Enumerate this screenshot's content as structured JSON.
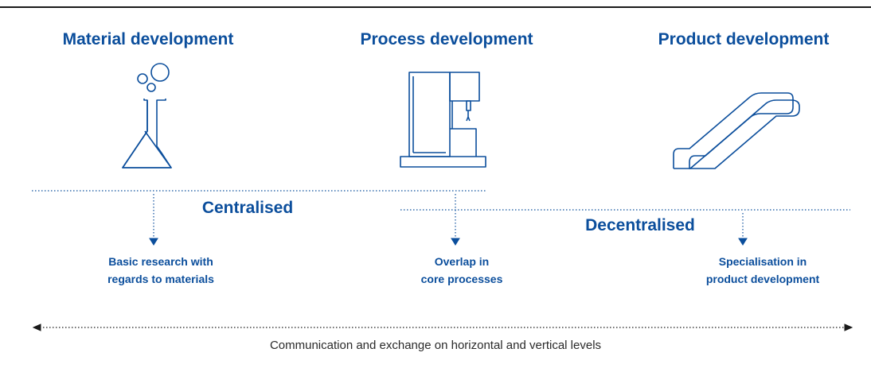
{
  "columns": [
    {
      "title": "Material development",
      "icon": "flask-icon",
      "outcome_lines": [
        "Basic research with",
        "regards to materials"
      ]
    },
    {
      "title": "Process development",
      "icon": "machine-icon",
      "outcome_lines": [
        "Overlap in",
        "core processes"
      ]
    },
    {
      "title": "Product development",
      "icon": "escalator-icon",
      "outcome_lines": [
        "Specialisation in",
        "product development"
      ]
    }
  ],
  "bands": {
    "centralised": "Centralised",
    "decentralised": "Decentralised"
  },
  "footer": "Communication and exchange on horizontal and vertical levels",
  "colors": {
    "accent": "#0b4e9c",
    "rule": "#1a1a1a",
    "text": "#2a2a2a"
  }
}
